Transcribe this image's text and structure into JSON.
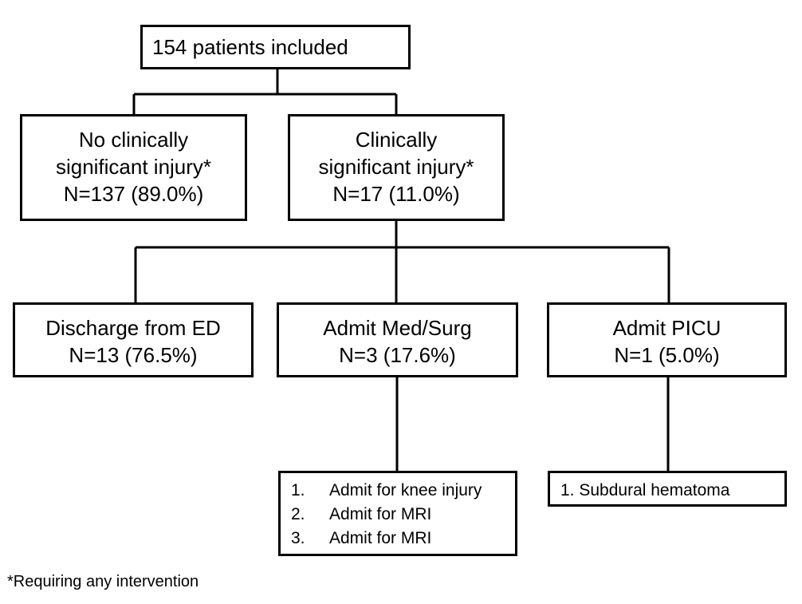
{
  "flowchart": {
    "root": {
      "text": "154 patients included"
    },
    "level1": [
      {
        "id": "no-injury",
        "lines": [
          "No clinically",
          "significant injury*",
          "N=137 (89.0%)"
        ]
      },
      {
        "id": "injury",
        "lines": [
          "Clinically",
          "significant injury*",
          "N=17 (11.0%)"
        ]
      }
    ],
    "level2": [
      {
        "id": "discharge",
        "lines": [
          "Discharge from ED",
          "N=13 (76.5%)"
        ]
      },
      {
        "id": "medsurg",
        "lines": [
          "Admit Med/Surg",
          "N=3 (17.6%)"
        ]
      },
      {
        "id": "picu",
        "lines": [
          "Admit PICU",
          "N=1 (5.0%)"
        ]
      }
    ],
    "details": {
      "medsurg": [
        {
          "num": "1.",
          "text": "Admit for knee injury"
        },
        {
          "num": "2.",
          "text": "Admit for MRI"
        },
        {
          "num": "3.",
          "text": "Admit for MRI"
        }
      ],
      "picu": [
        {
          "text": "1. Subdural hematoma"
        }
      ]
    },
    "footnote": "*Requiring any intervention"
  },
  "colors": {
    "line": "#000000",
    "box_border": "#000000",
    "background": "#ffffff",
    "text": "#000000"
  }
}
